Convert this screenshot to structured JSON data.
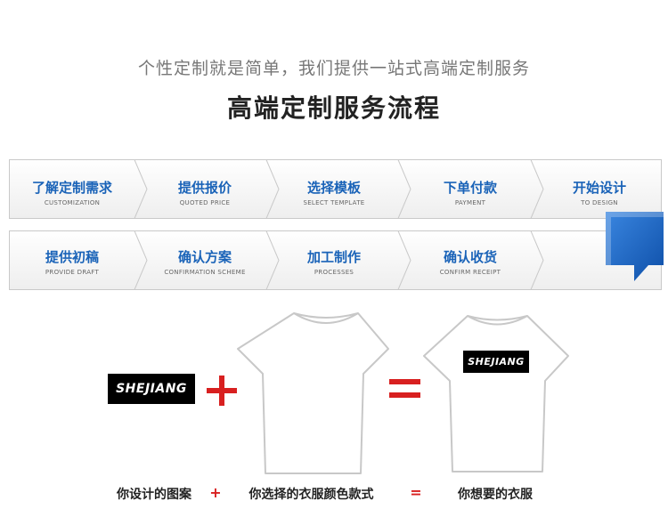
{
  "header": {
    "subtitle": "个性定制就是简单，我们提供一站式高端定制服务",
    "title": "高端定制服务流程"
  },
  "steps_row1": [
    {
      "label": "了解定制需求",
      "sub": "CUSTOMIZATION"
    },
    {
      "label": "提供报价",
      "sub": "QUOTED PRICE"
    },
    {
      "label": "选择模板",
      "sub": "SELECT TEMPLATE"
    },
    {
      "label": "下单付款",
      "sub": "PAYMENT"
    },
    {
      "label": "开始设计",
      "sub": "TO DESIGN"
    }
  ],
  "steps_row2": [
    {
      "label": "提供初稿",
      "sub": "PROVIDE DRAFT"
    },
    {
      "label": "确认方案",
      "sub": "CONFIRMATION SCHEME"
    },
    {
      "label": "加工制作",
      "sub": "PROCESSES"
    },
    {
      "label": "确认收货",
      "sub": "CONFIRM RECEIPT"
    }
  ],
  "equation": {
    "logo_text": "SHEJIANG",
    "shirt_logo_text": "SHEJIANG",
    "plus": "+",
    "equals": "=",
    "caption_design": "你设计的图案",
    "caption_plus": "+",
    "caption_choice": "你选择的衣服颜色款式",
    "caption_equals": "=",
    "caption_result": "你想要的衣服"
  },
  "colors": {
    "accent": "#1a63b8",
    "operator": "#d82020"
  }
}
